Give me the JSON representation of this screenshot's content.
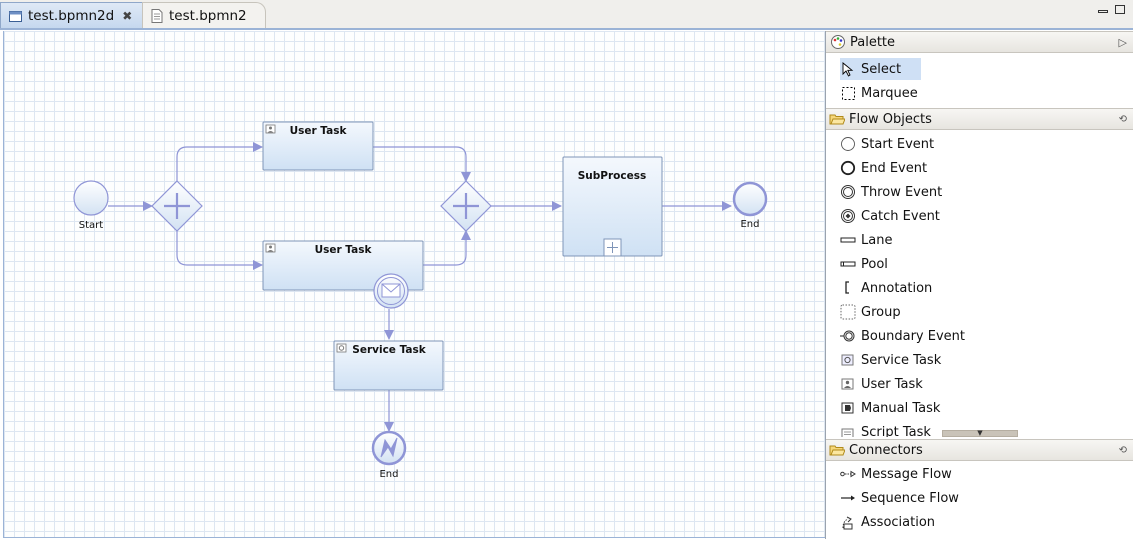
{
  "tabs": [
    {
      "label": "test.bpmn2d",
      "active": true
    },
    {
      "label": "test.bpmn2",
      "active": false
    }
  ],
  "diagram": {
    "start_label": "Start",
    "user_task_1": "User Task",
    "user_task_2": "User Task",
    "service_task": "Service Task",
    "subprocess": "SubProcess",
    "end_label_1": "End",
    "end_label_2": "End"
  },
  "palette": {
    "title": "Palette",
    "tools": [
      {
        "label": "Select",
        "icon": "pointer-icon"
      },
      {
        "label": "Marquee",
        "icon": "marquee-icon"
      }
    ],
    "flow_objects_title": "Flow Objects",
    "flow_objects": [
      {
        "label": "Start Event",
        "icon": "start-event-icon"
      },
      {
        "label": "End Event",
        "icon": "end-event-icon"
      },
      {
        "label": "Throw Event",
        "icon": "throw-event-icon"
      },
      {
        "label": "Catch Event",
        "icon": "catch-event-icon"
      },
      {
        "label": "Lane",
        "icon": "lane-icon"
      },
      {
        "label": "Pool",
        "icon": "pool-icon"
      },
      {
        "label": "Annotation",
        "icon": "annotation-icon"
      },
      {
        "label": "Group",
        "icon": "group-icon"
      },
      {
        "label": "Boundary Event",
        "icon": "boundary-event-icon"
      },
      {
        "label": "Service Task",
        "icon": "service-task-icon"
      },
      {
        "label": "User Task",
        "icon": "user-task-icon"
      },
      {
        "label": "Manual Task",
        "icon": "manual-task-icon"
      },
      {
        "label": "Script Task",
        "icon": "script-task-icon"
      }
    ],
    "connectors_title": "Connectors",
    "connectors": [
      {
        "label": "Message Flow",
        "icon": "message-flow-icon"
      },
      {
        "label": "Sequence Flow",
        "icon": "sequence-flow-icon"
      },
      {
        "label": "Association",
        "icon": "association-icon"
      }
    ]
  },
  "colors": {
    "accent": "#8f95d6",
    "task_fill_top": "#f4f8fd",
    "task_fill_bottom": "#cfe1f4",
    "task_border": "#7f95b8"
  }
}
